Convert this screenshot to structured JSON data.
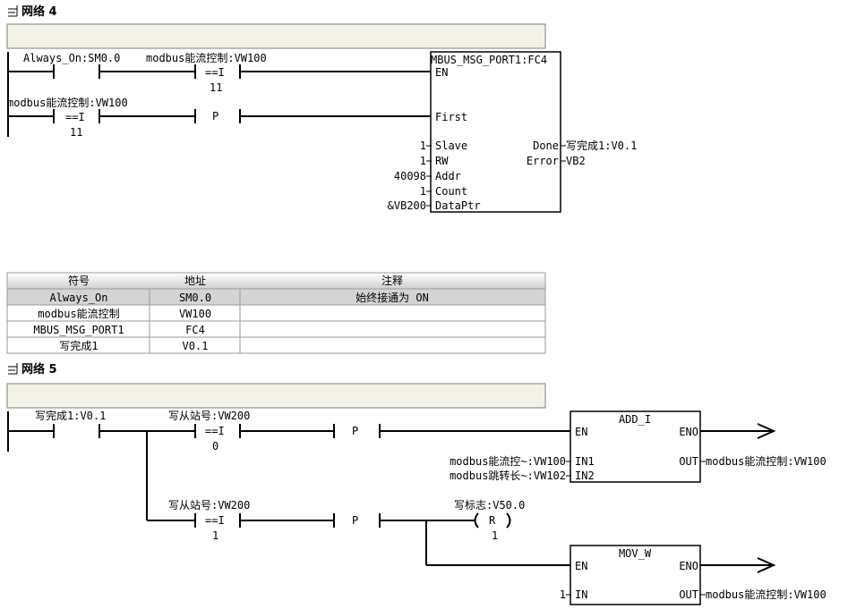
{
  "network4": {
    "title": "网络 4",
    "contact1": "Always_On:SM0.0",
    "cmp1": {
      "operand": "modbus能流控制:VW100",
      "op": "==I",
      "value": "11"
    },
    "cmp2": {
      "operand": "modbus能流控制:VW100",
      "op": "==I",
      "value": "11"
    },
    "edge": "P",
    "block": {
      "name": "MBUS_MSG_PORT1:FC4",
      "en": "EN",
      "first": "First",
      "slave_label": "Slave",
      "slave_value": "1",
      "rw_label": "RW",
      "rw_value": "1",
      "addr_label": "Addr",
      "addr_value": "40098",
      "count_label": "Count",
      "count_value": "1",
      "dataptr_label": "DataPtr",
      "dataptr_value": "&VB200",
      "done_label": "Done",
      "done_value": "写完成1:V0.1",
      "error_label": "Error",
      "error_value": "VB2"
    }
  },
  "symbol_table": {
    "headers": [
      "符号",
      "地址",
      "注释"
    ],
    "rows": [
      [
        "Always_On",
        "SM0.0",
        "始终接通为 ON"
      ],
      [
        "modbus能流控制",
        "VW100",
        ""
      ],
      [
        "MBUS_MSG_PORT1",
        "FC4",
        ""
      ],
      [
        "写完成1",
        "V0.1",
        ""
      ]
    ]
  },
  "network5": {
    "title": "网络 5",
    "contact1": "写完成1:V0.1",
    "cmp1": {
      "operand": "写从站号:VW200",
      "op": "==I",
      "value": "0"
    },
    "cmp2": {
      "operand": "写从站号:VW200",
      "op": "==I",
      "value": "1"
    },
    "edge1": "P",
    "edge2": "P",
    "add": {
      "name": "ADD_I",
      "en": "EN",
      "eno": "ENO",
      "in1_label": "IN1",
      "in1_value": "modbus能流控~:VW100",
      "in2_label": "IN2",
      "in2_value": "modbus跳转长~:VW102",
      "out_label": "OUT",
      "out_value": "modbus能流控制:VW100"
    },
    "reset": {
      "operand": "写标志:V50.0",
      "coil": "R",
      "count": "1"
    },
    "mov": {
      "name": "MOV_W",
      "en": "EN",
      "eno": "ENO",
      "in_label": "IN",
      "in_value": "1",
      "out_label": "OUT",
      "out_value": "modbus能流控制:VW100"
    }
  }
}
